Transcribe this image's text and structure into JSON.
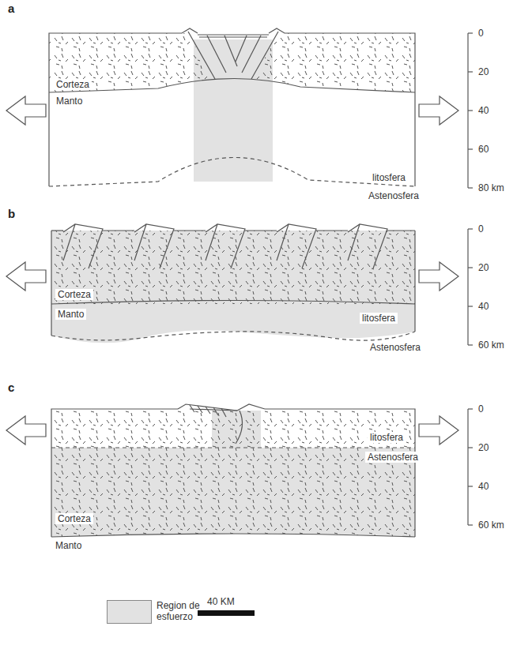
{
  "diagram": {
    "labels": [
      "a",
      "Corteza",
      "Manto",
      "litosfera",
      "Astenosfera",
      "0",
      "20",
      "40",
      "60",
      "80 km",
      "b",
      "Corteza",
      "Manto",
      "litosfera",
      "Astenosfera",
      "0",
      "20",
      "40",
      "60 km",
      "c",
      "litosfera",
      "Astenosfera",
      "Corteza",
      "Manto",
      "0",
      "20",
      "40",
      "60 km",
      "40 KM"
    ],
    "legend": [
      {
        "text": "Region de esfuerzo",
        "color": "#e2e2e2"
      }
    ]
  }
}
